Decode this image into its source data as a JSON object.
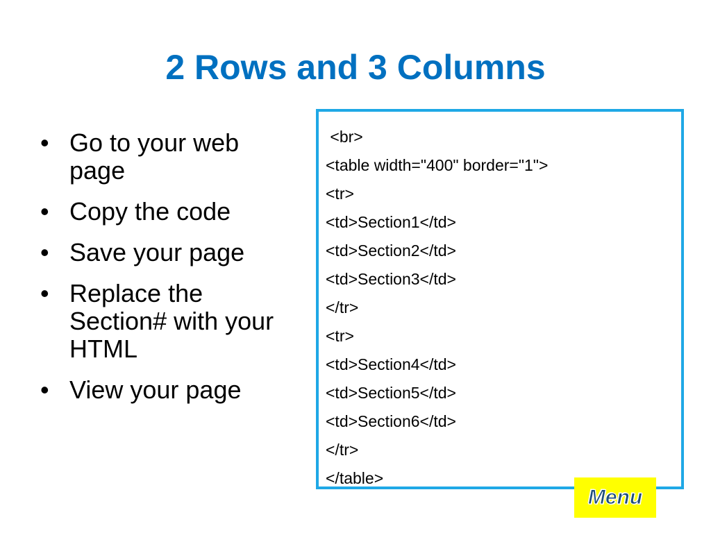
{
  "slide": {
    "title": "2 Rows and 3 Columns"
  },
  "bullets": [
    "Go to your web page",
    "Copy the code",
    "Save your page",
    "Replace the Section# with your HTML",
    "View your page"
  ],
  "bullet_symbol": "•",
  "code_lines": [
    " <br>",
    "<table width=\"400\" border=\"1\">",
    "<tr>",
    "<td>Section1</td>",
    "<td>Section2</td>",
    "<td>Section3</td>",
    "</tr>",
    "<tr>",
    "<td>Section4</td>",
    "<td>Section5</td>",
    "<td>Section6</td>",
    "</tr>",
    "</table>"
  ],
  "menu_button": {
    "label": "Menu"
  },
  "colors": {
    "title": "#0070C0",
    "code_border": "#1FA8E6",
    "menu_background": "#FFFF00",
    "menu_text": "#1F4E79"
  }
}
